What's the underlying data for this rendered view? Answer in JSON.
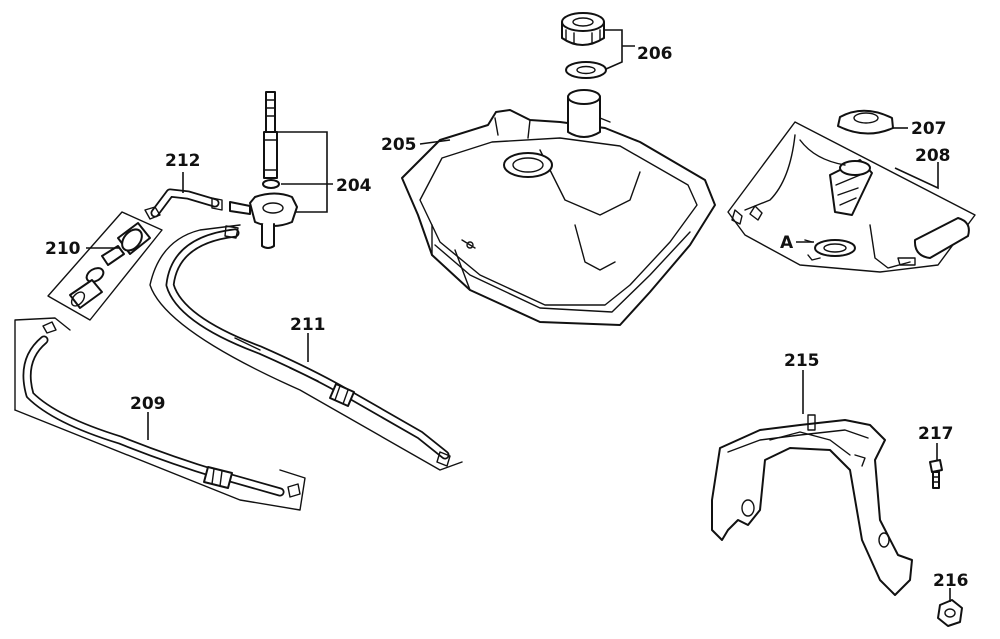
{
  "callouts": {
    "p204": "204",
    "p205": "205",
    "p206": "206",
    "p207": "207",
    "p208": "208",
    "p209": "209",
    "p210": "210",
    "p211": "211",
    "p212": "212",
    "p215": "215",
    "p216": "216",
    "p217": "217",
    "detailA": "A"
  }
}
